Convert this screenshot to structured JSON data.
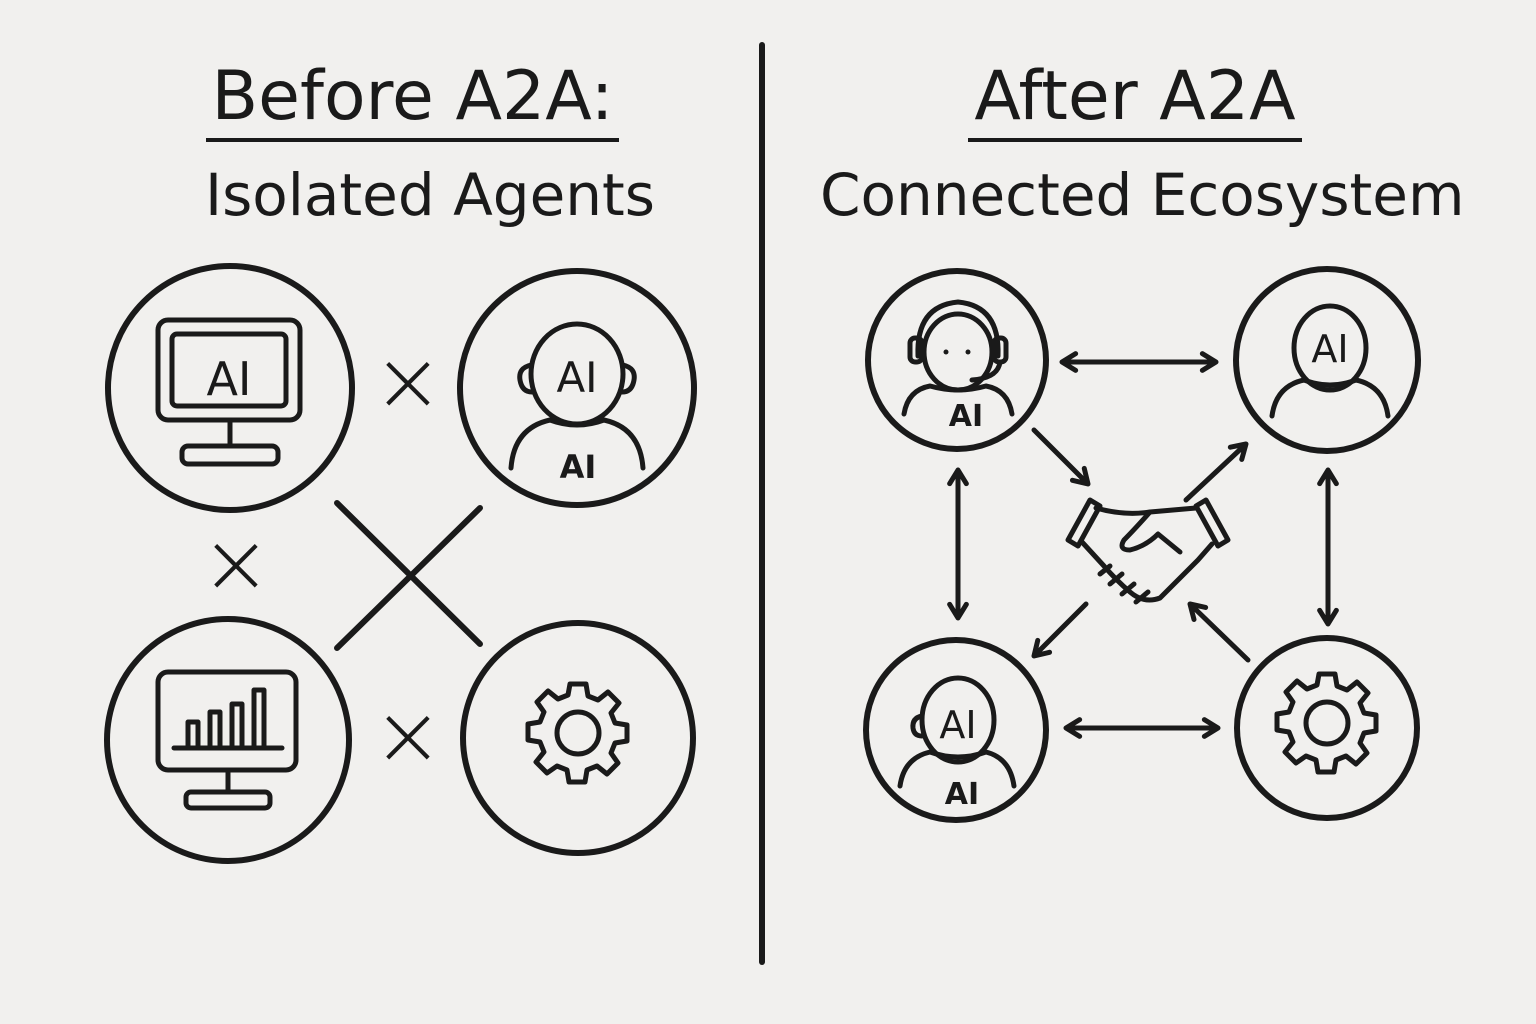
{
  "before": {
    "title": "Before A2A:",
    "subtitle": "Isolated Agents",
    "nodes": [
      {
        "icon": "monitor-ai-icon",
        "label": "AI"
      },
      {
        "icon": "person-ai-icon",
        "label_head": "AI",
        "label_body": "AI"
      },
      {
        "icon": "monitor-chart-icon"
      },
      {
        "icon": "gear-icon"
      }
    ],
    "blocked_symbol": "×"
  },
  "after": {
    "title": "After A2A",
    "subtitle": "Connected Ecosystem",
    "nodes": [
      {
        "icon": "headset-person-icon",
        "label_body": "AI"
      },
      {
        "icon": "person-ai-icon",
        "label_head": "AI"
      },
      {
        "icon": "person-ai-icon",
        "label_head": "AI",
        "label_body": "AI"
      },
      {
        "icon": "gear-icon"
      }
    ],
    "center_icon": "handshake-icon"
  },
  "colors": {
    "background": "#f1f0ee",
    "ink": "#1a1a1a"
  }
}
